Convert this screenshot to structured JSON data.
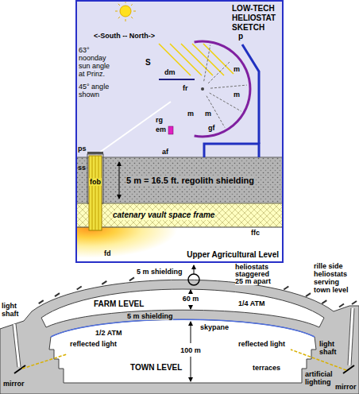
{
  "diagram": {
    "nodes": [
      {
        "text": [
          "LOW-TECH HELIOSTAT SKETCH"
        ]
      },
      {
        "text": [
          "5 m = 16.5 ft. regolith shielding"
        ],
        "in": 0
      },
      {
        "text": [
          "catenary vault space frame"
        ],
        "in": 0
      },
      {
        "text": [
          "Upper Agricultural Level"
        ],
        "in": 0
      },
      {
        "text": [
          "fob"
        ],
        "in": 0
      }
    ],
    "labels": [
      "<-South -- North->",
      "63° noonday sun angle at Prinz.",
      "45° angle shown",
      "S",
      "dm",
      "p",
      "m",
      "fr",
      "m",
      "rg",
      "em",
      "m",
      "m",
      "gf",
      "af",
      "ps",
      "ss",
      "ffc",
      "fd",
      "5 m shielding",
      "heliostats staggered 25 m apart",
      "rille side heliostats serving town level",
      "light shaft",
      "FARM LEVEL",
      "60 m",
      "1/4 ATM",
      "5 m shielding",
      "1/2 ATM",
      "skypane",
      "reflected light",
      "100 m",
      "reflected light",
      "TOWN LEVEL",
      "light shaft",
      "terraces",
      "artificial lighting",
      "mirror",
      "mirror"
    ]
  }
}
